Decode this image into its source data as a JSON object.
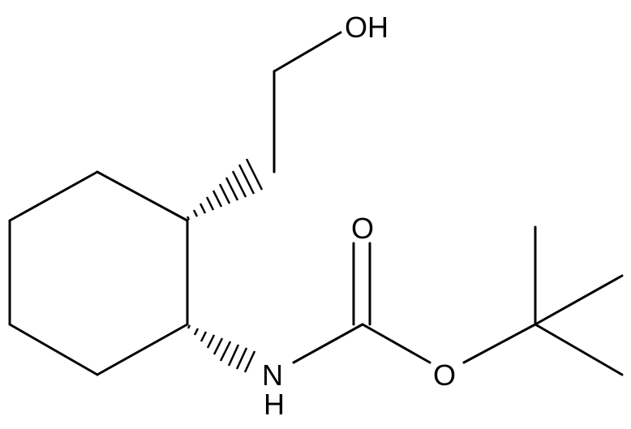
{
  "molecule": {
    "atom_labels": {
      "hydroxyl": "OH",
      "carbonyl_oxygen": "O",
      "ester_oxygen": "O",
      "amine_n": "N",
      "amine_h": "H"
    },
    "colors": {
      "bond": "#000000",
      "label": "#000000",
      "background": "#ffffff"
    }
  }
}
